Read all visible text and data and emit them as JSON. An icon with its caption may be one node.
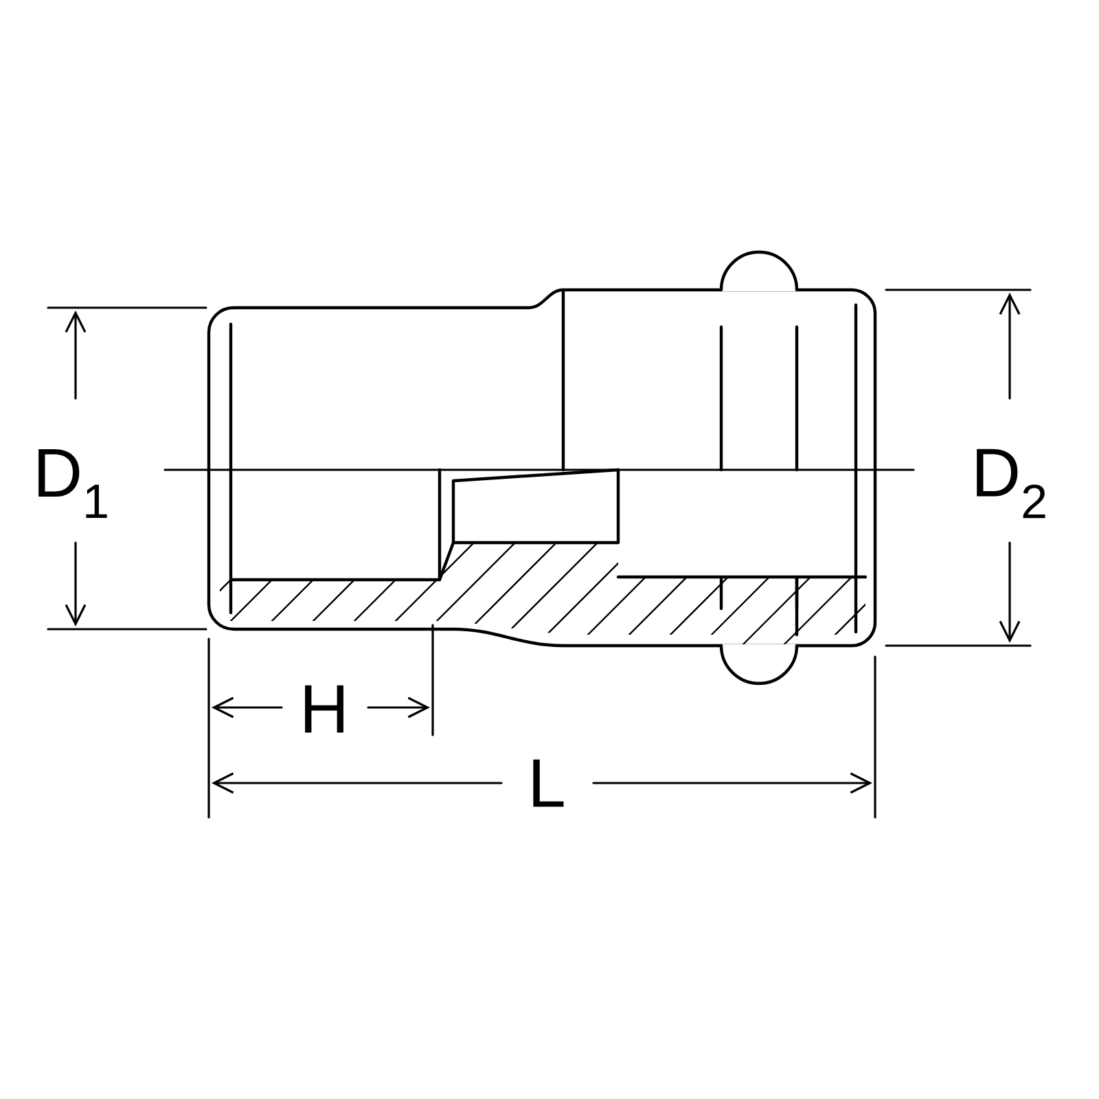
{
  "diagram": {
    "labels": [
      "D$_{1}$",
      "D$_{2}$",
      "H",
      "L"
    ]
  }
}
